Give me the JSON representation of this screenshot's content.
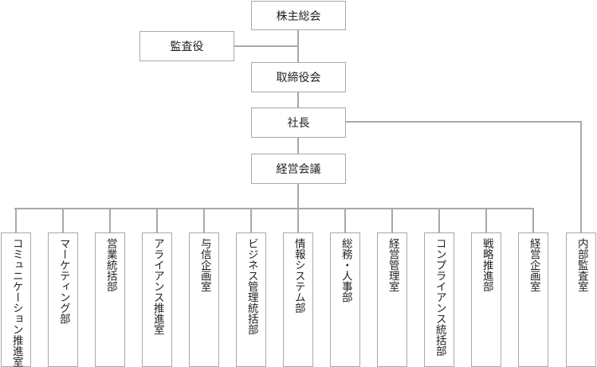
{
  "nodes": {
    "shareholders": "株主総会",
    "auditor": "監査役",
    "board": "取締役会",
    "president": "社長",
    "management_meeting": "経営会議"
  },
  "departments": [
    "コミュニケーション推進室",
    "マーケティング部",
    "営業統括部",
    "アライアンス推進室",
    "与信企画室",
    "ビジネス管理統括部",
    "情報システム部",
    "総務・人事部",
    "経営管理室",
    "コンプライアンス統括部",
    "戦略推進部",
    "経営企画室"
  ],
  "internal_audit": "内部監査室"
}
